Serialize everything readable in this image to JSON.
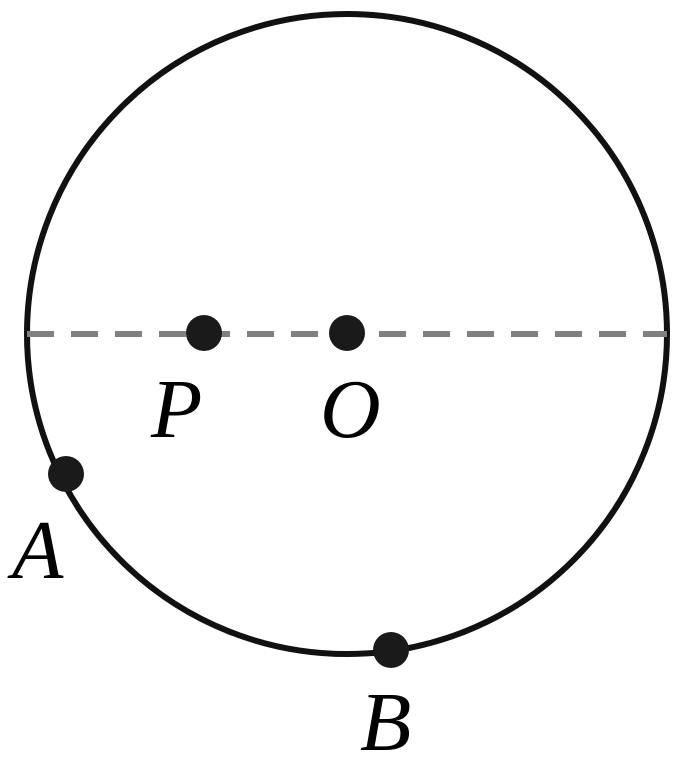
{
  "points": {
    "P": {
      "label": "P"
    },
    "O": {
      "label": "O"
    },
    "A": {
      "label": "A"
    },
    "B": {
      "label": "B"
    }
  },
  "colors": {
    "circle": "#111111",
    "dashed_line": "#808080",
    "points": "#1a1a1a",
    "labels": "#000000",
    "background": "#ffffff"
  }
}
